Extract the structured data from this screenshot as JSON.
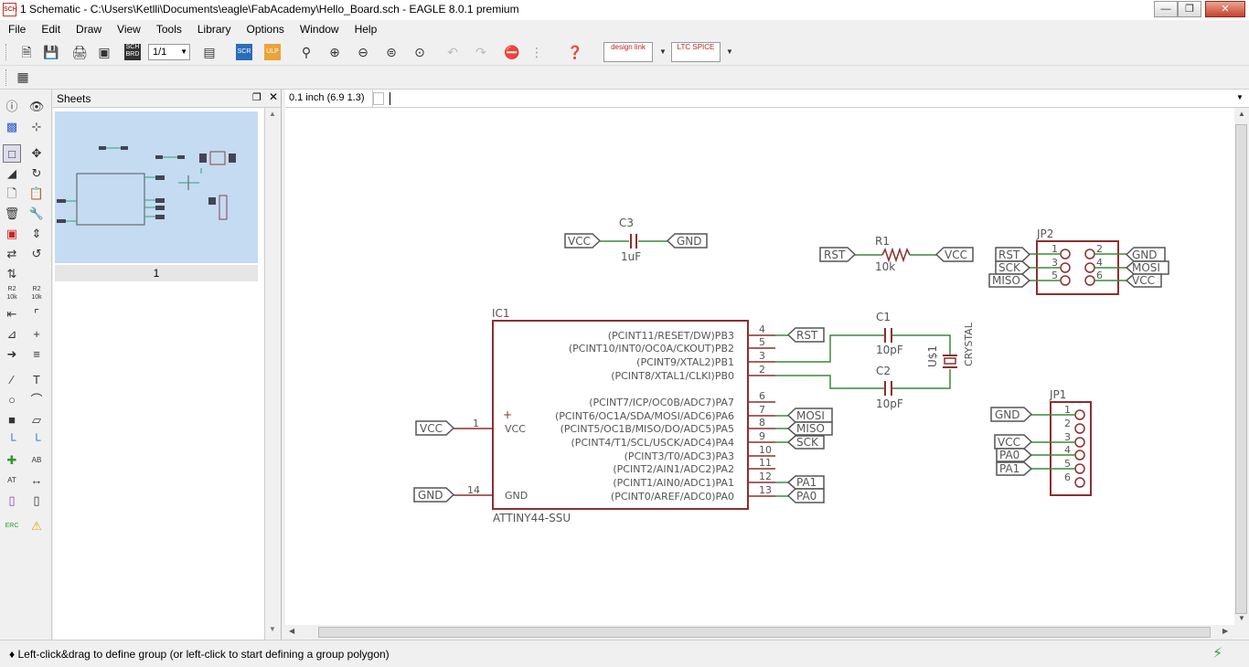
{
  "window": {
    "title": "1 Schematic - C:\\Users\\Ketlli\\Documents\\eagle\\FabAcademy\\Hello_Board.sch - EAGLE 8.0.1 premium",
    "app_icon_text": "SCH"
  },
  "menu": [
    "File",
    "Edit",
    "Draw",
    "View",
    "Tools",
    "Library",
    "Options",
    "Window",
    "Help"
  ],
  "toolbar": {
    "sheet_select": "1/1",
    "sch_brd_label": "SCH BRD",
    "scr_label": "SCR",
    "ulp_label": "ULP",
    "designlink_label": "design link",
    "ltspice_label": "LTC SPICE"
  },
  "sheets_panel": {
    "title": "Sheets",
    "sheet_label": "1"
  },
  "coordinate": "0.1 inch (6.9 1.3)",
  "status": {
    "message": "Left-click&drag to define group (or left-click to start defining a group polygon)"
  },
  "schematic": {
    "ic": {
      "name": "IC1",
      "value": "ATTINY44-SSU",
      "left_pins": [
        {
          "pin": "1",
          "label": "VCC",
          "net": "VCC"
        },
        {
          "pin": "14",
          "label": "GND",
          "net": "GND"
        }
      ],
      "right_pins": [
        {
          "pin": "4",
          "label": "(PCINT11/RESET/DW)PB3",
          "net": "RST"
        },
        {
          "pin": "5",
          "label": "(PCINT10/INT0/OC0A/CKOUT)PB2",
          "net": ""
        },
        {
          "pin": "3",
          "label": "(PCINT9/XTAL2)PB1",
          "net": ""
        },
        {
          "pin": "2",
          "label": "(PCINT8/XTAL1/CLKI)PB0",
          "net": ""
        },
        {
          "pin": "6",
          "label": "(PCINT7/ICP/OC0B/ADC7)PA7",
          "net": ""
        },
        {
          "pin": "7",
          "label": "(PCINT6/OC1A/SDA/MOSI/ADC6)PA6",
          "net": "MOSI"
        },
        {
          "pin": "8",
          "label": "(PCINT5/OC1B/MISO/DO/ADC5)PA5",
          "net": "MISO"
        },
        {
          "pin": "9",
          "label": "(PCINT4/T1/SCL/USCK/ADC4)PA4",
          "net": "SCK"
        },
        {
          "pin": "10",
          "label": "(PCINT3/T0/ADC3)PA3",
          "net": ""
        },
        {
          "pin": "11",
          "label": "(PCINT2/AIN1/ADC2)PA2",
          "net": ""
        },
        {
          "pin": "12",
          "label": "(PCINT1/AIN0/ADC1)PA1",
          "net": "PA1"
        },
        {
          "pin": "13",
          "label": "(PCINT0/AREF/ADC0)PA0",
          "net": "PA0"
        }
      ]
    },
    "c3": {
      "name": "C3",
      "value": "1uF",
      "left_net": "VCC",
      "right_net": "GND"
    },
    "r1": {
      "name": "R1",
      "value": "10k",
      "left_net": "RST",
      "right_net": "VCC"
    },
    "c1": {
      "name": "C1",
      "value": "10pF"
    },
    "c2": {
      "name": "C2",
      "value": "10pF"
    },
    "crystal": {
      "name": "U$1",
      "value": "CRYSTAL"
    },
    "jp2": {
      "name": "JP2",
      "pin_numbers_left": [
        "1",
        "3",
        "5"
      ],
      "pin_numbers_right": [
        "2",
        "4",
        "6"
      ],
      "left_nets": [
        "RST",
        "SCK",
        "MISO"
      ],
      "right_nets": [
        "GND",
        "MOSI",
        "VCC"
      ]
    },
    "jp1": {
      "name": "JP1",
      "pin_numbers": [
        "1",
        "2",
        "3",
        "4",
        "5",
        "6"
      ],
      "nets": [
        "GND",
        "VCC",
        "PA0",
        "PA1"
      ]
    }
  }
}
